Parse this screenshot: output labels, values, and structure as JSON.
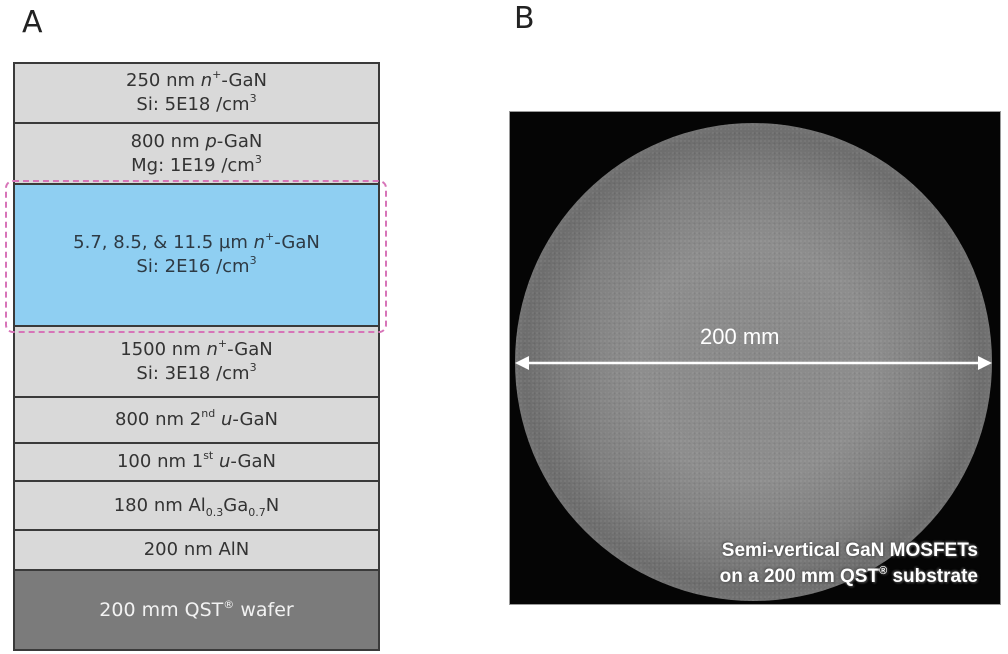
{
  "panels": {
    "a": {
      "label": "A"
    },
    "b": {
      "label": "B"
    }
  },
  "stack": {
    "highlight_color": "#d774b8",
    "layers": [
      {
        "id": "top-n-plus-gan",
        "line1_prefix": "250 nm ",
        "line1_italic": "n",
        "line1_sup": "+",
        "line1_suffix": "-GaN",
        "line2_prefix": "Si: 5E18 /cm",
        "line2_sup": "3",
        "color": "#d9d9d9"
      },
      {
        "id": "p-gan",
        "line1_prefix": "800 nm ",
        "line1_italic": "p",
        "line1_sup": "",
        "line1_suffix": "-GaN",
        "line2_prefix": "Mg: 1E19 /cm",
        "line2_sup": "3",
        "color": "#d9d9d9"
      },
      {
        "id": "drift-n-plus-gan",
        "line1_prefix": "5.7, 8.5, & 11.5 µm ",
        "line1_italic": "n",
        "line1_sup": "+",
        "line1_suffix": "-GaN",
        "line2_prefix": "Si: 2E16 /cm",
        "line2_sup": "3",
        "color": "#8fcff2",
        "highlighted": true
      },
      {
        "id": "bottom-n-plus-gan",
        "line1_prefix": "1500 nm ",
        "line1_italic": "n",
        "line1_sup": "+",
        "line1_suffix": "-GaN",
        "line2_prefix": "Si: 3E18 /cm",
        "line2_sup": "3",
        "color": "#d9d9d9"
      },
      {
        "id": "u-gan-2nd",
        "line1_prefix": "800 nm 2",
        "line1_sup": "nd",
        "line1_space": " ",
        "line1_italic": "u",
        "line1_suffix": "-GaN",
        "color": "#d9d9d9"
      },
      {
        "id": "u-gan-1st",
        "line1_prefix": "100 nm 1",
        "line1_sup": "st",
        "line1_space": " ",
        "line1_italic": "u",
        "line1_suffix": "-GaN",
        "color": "#d9d9d9"
      },
      {
        "id": "algan",
        "line1_prefix": "180 nm Al",
        "sub1": "0.3",
        "mid": "Ga",
        "sub2": "0.7",
        "line1_suffix": "N",
        "color": "#d9d9d9"
      },
      {
        "id": "aln",
        "line1_prefix": "200 nm AlN",
        "color": "#d9d9d9"
      },
      {
        "id": "qst-wafer",
        "line1_prefix": "200 mm QST",
        "line1_sup": "®",
        "line1_suffix": " wafer",
        "color": "#7b7b7b"
      }
    ]
  },
  "wafer_image": {
    "diameter_label": "200 mm",
    "caption_line1": "Semi-vertical  GaN MOSFETs",
    "caption_line2_prefix": "on a 200 mm QST",
    "caption_line2_sup": "®",
    "caption_line2_suffix": " substrate"
  }
}
